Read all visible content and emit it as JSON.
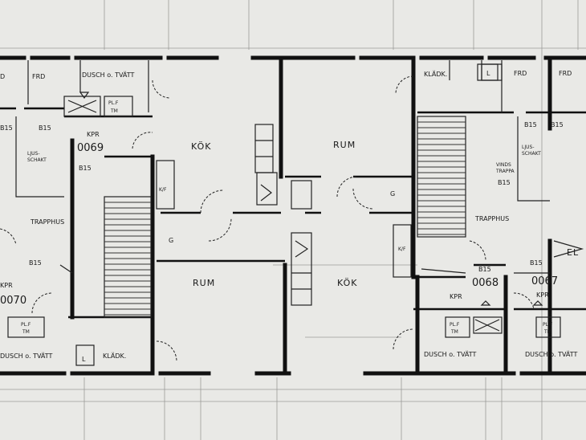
{
  "labels": {
    "d_left": "D",
    "frd_left": "FRD",
    "dusch_top": "DUSCH o. TVÄTT",
    "plf_top": "PL.F",
    "tm_top": "TM",
    "b15_a": "B15",
    "b15_b": "B15",
    "kpr_top": "KPR",
    "num_0069": "0069",
    "b15_c": "B15",
    "ljus": "LJUS-",
    "schakt": "SCHAKT",
    "kok_top": "KÖK",
    "rum_top": "RUM",
    "kladk_top": "KLÄDK.",
    "l_top": "L",
    "frd_right": "FRD",
    "frd_far": "FRD",
    "b15_d": "B15",
    "b15_e": "B15",
    "ljus_r": "LJUS-",
    "schakt_r": "SCHAKT",
    "vindstrappa_a": "VINDS",
    "vindstrappa_b": "TRAPPA",
    "b15_f": "B15",
    "trapphus_left": "TRAPPHUS",
    "trapphus_right": "TRAPPHUS",
    "kf_a": "K/F",
    "kf_b": "K/F",
    "g_left": "G",
    "g_right": "G",
    "rum_bottom": "RUM",
    "kok_bottom": "KÖK",
    "b15_g": "B15",
    "kpr_left": "KPR",
    "num_0070": "0070",
    "b15_h": "B15",
    "num_0068": "0068",
    "kpr_mid": "KPR",
    "b15_i": "B15",
    "num_0067": "0067",
    "kpr_right": "KPR",
    "el": "EL",
    "plf_left": "PL.F",
    "tm_left": "TM",
    "plf_mid": "PL.F",
    "tm_mid": "TM",
    "plf_right": "PL.F",
    "tm_right": "TM",
    "dusch_left": "DUSCH o. TVÄTT",
    "kladk_bottom": "KLÄDK.",
    "l_bottom": "L",
    "dusch_mid": "DUSCH o. TVÄTT",
    "dusch_right": "DUSCH o. TVÄTT"
  },
  "colors": {
    "paper": "#e9e9e6",
    "ink": "#111111"
  }
}
